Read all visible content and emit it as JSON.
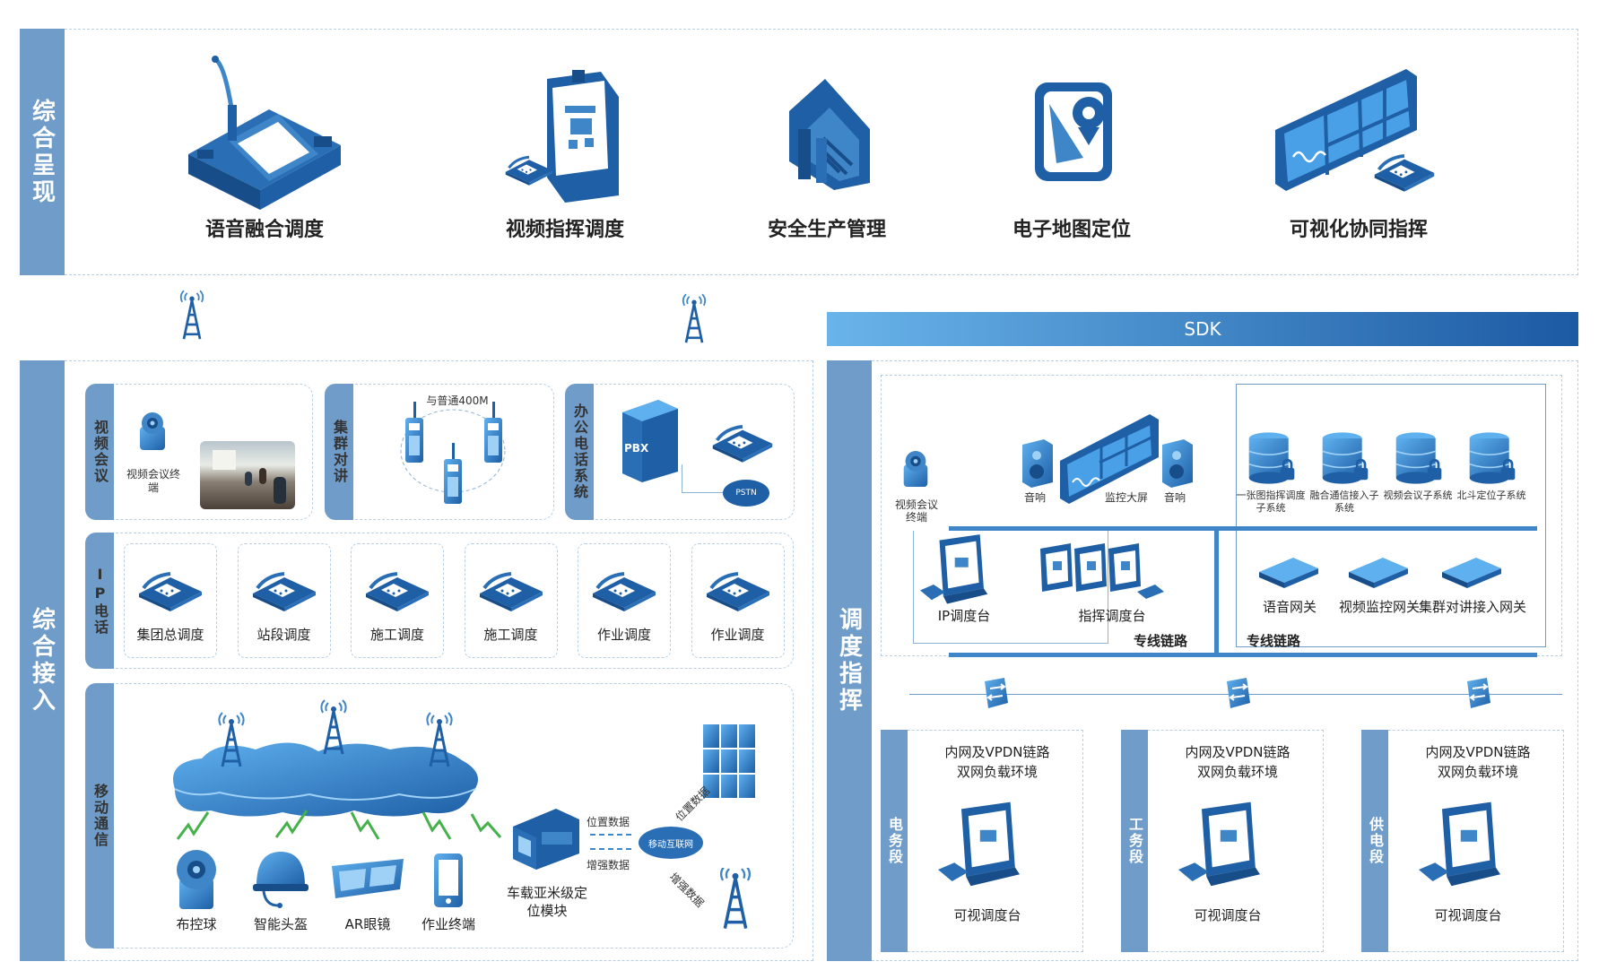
{
  "top": {
    "side_label": "综合呈现",
    "items": [
      {
        "label": "语音融合调度",
        "icon": "voice-console-icon"
      },
      {
        "label": "视频指挥调度",
        "icon": "video-command-icon"
      },
      {
        "label": "安全生产管理",
        "icon": "safety-house-icon"
      },
      {
        "label": "电子地图定位",
        "icon": "map-location-icon"
      },
      {
        "label": "可视化协同指挥",
        "icon": "video-wall-icon"
      }
    ]
  },
  "sdk_label": "SDK",
  "access": {
    "side_label": "综合接入",
    "video_conf": {
      "side": "视频会议",
      "terminal": "视频会议终端"
    },
    "trunk": {
      "side": "集群对讲",
      "note": "与普通400M"
    },
    "office": {
      "side": "办公电话系统",
      "pbx": "PBX",
      "pstn": "PSTN"
    },
    "ip_phone": {
      "side": "IP电话",
      "items": [
        "集团总调度",
        "站段调度",
        "施工调度",
        "施工调度",
        "作业调度",
        "作业调度"
      ]
    },
    "mobile": {
      "side": "移动通信",
      "devices": [
        "布控球",
        "智能头盔",
        "AR眼镜",
        "作业终端"
      ],
      "vehicle": "车载亚米级定位模块",
      "pos_data": "位置数据",
      "enh_data": "增强数据",
      "mobile_net": "移动互联网",
      "pos_data_2": "位置数据",
      "enh_data_2": "增强数据"
    }
  },
  "dispatch": {
    "side_label": "调度指挥",
    "video_terminal": "视频会议终端",
    "speaker_left": "音响",
    "big_screen": "监控大屏",
    "speaker_right": "音响",
    "subsystems": [
      "一张图指挥调度子系统",
      "融合通信接入子系统",
      "视频会议子系统",
      "北斗定位子系统"
    ],
    "ip_console": "IP调度台",
    "cmd_console": "指挥调度台",
    "gateways": [
      "语音网关",
      "视频监控网关",
      "集群对讲接入网关"
    ],
    "line_left": "专线链路",
    "line_right": "专线链路",
    "segments": [
      {
        "side": "电务段",
        "net": "内网及VPDN链路",
        "net2": "双网负载环境",
        "console": "可视调度台"
      },
      {
        "side": "工务段",
        "net": "内网及VPDN链路",
        "net2": "双网负载环境",
        "console": "可视调度台"
      },
      {
        "side": "供电段",
        "net": "内网及VPDN链路",
        "net2": "双网负载环境",
        "console": "可视调度台"
      }
    ]
  },
  "colors": {
    "accent": "#3f86c8",
    "sidebar": "#6f9cc8",
    "dark": "#1e5fa6",
    "light": "#5fa8e6"
  }
}
